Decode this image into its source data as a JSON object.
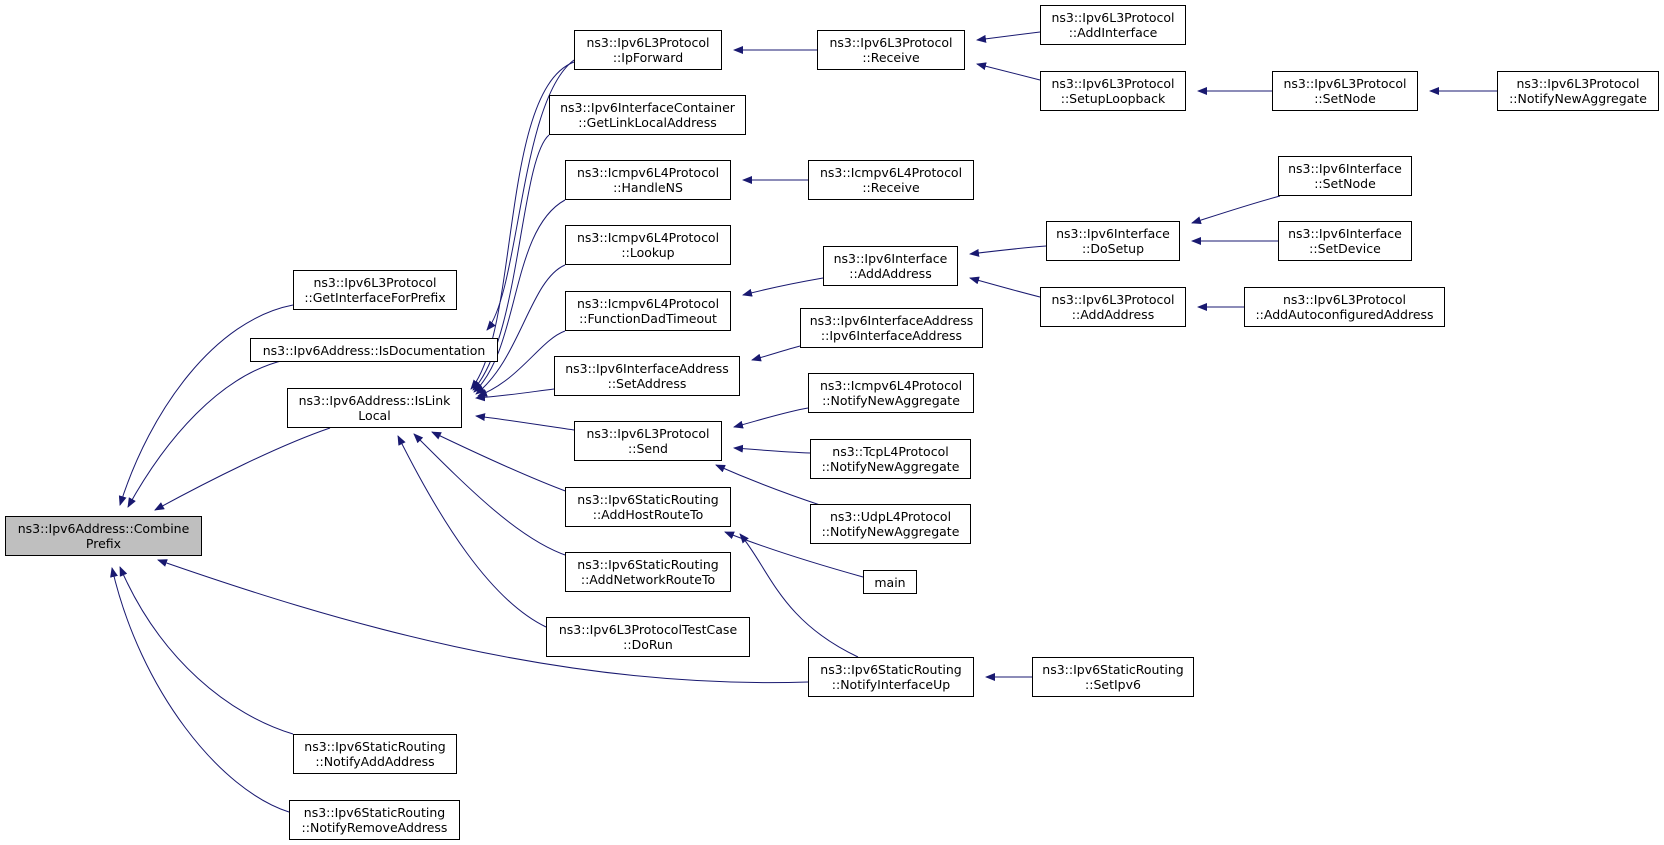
{
  "colors": {
    "edge": "#191970",
    "focus_fill": "#bfbfbf",
    "node_border": "#000000"
  },
  "nodes": {
    "combine": [
      "ns3::Ipv6Address::Combine",
      "Prefix"
    ],
    "getif": [
      "ns3::Ipv6L3Protocol",
      "::GetInterfaceForPrefix"
    ],
    "isdoc": [
      "ns3::Ipv6Address::IsDocumentation"
    ],
    "islink": [
      "ns3::Ipv6Address::IsLink",
      "Local"
    ],
    "notifyadd": [
      "ns3::Ipv6StaticRouting",
      "::NotifyAddAddress"
    ],
    "notifyrem": [
      "ns3::Ipv6StaticRouting",
      "::NotifyRemoveAddress"
    ],
    "ipfwd": [
      "ns3::Ipv6L3Protocol",
      "::IpForward"
    ],
    "getlla": [
      "ns3::Ipv6InterfaceContainer",
      "::GetLinkLocalAddress"
    ],
    "handlens": [
      "ns3::Icmpv6L4Protocol",
      "::HandleNS"
    ],
    "lookup": [
      "ns3::Icmpv6L4Protocol",
      "::Lookup"
    ],
    "fdad": [
      "ns3::Icmpv6L4Protocol",
      "::FunctionDadTimeout"
    ],
    "setaddr": [
      "ns3::Ipv6InterfaceAddress",
      "::SetAddress"
    ],
    "send": [
      "ns3::Ipv6L3Protocol",
      "::Send"
    ],
    "addhost": [
      "ns3::Ipv6StaticRouting",
      "::AddHostRouteTo"
    ],
    "addnet": [
      "ns3::Ipv6StaticRouting",
      "::AddNetworkRouteTo"
    ],
    "dorun": [
      "ns3::Ipv6L3ProtocolTestCase",
      "::DoRun"
    ],
    "receive": [
      "ns3::Ipv6L3Protocol",
      "::Receive"
    ],
    "icmprecv": [
      "ns3::Icmpv6L4Protocol",
      "::Receive"
    ],
    "ifaddaddr": [
      "ns3::Ipv6Interface",
      "::AddAddress"
    ],
    "ifaddrctor": [
      "ns3::Ipv6InterfaceAddress",
      "::Ipv6InterfaceAddress"
    ],
    "icmpagg": [
      "ns3::Icmpv6L4Protocol",
      "::NotifyNewAggregate"
    ],
    "tcpagg": [
      "ns3::TcpL4Protocol",
      "::NotifyNewAggregate"
    ],
    "udpagg": [
      "ns3::UdpL4Protocol",
      "::NotifyNewAggregate"
    ],
    "main": [
      "main"
    ],
    "notifyup": [
      "ns3::Ipv6StaticRouting",
      "::NotifyInterfaceUp"
    ],
    "addif": [
      "ns3::Ipv6L3Protocol",
      "::AddInterface"
    ],
    "setloop": [
      "ns3::Ipv6L3Protocol",
      "::SetupLoopback"
    ],
    "dosetup": [
      "ns3::Ipv6Interface",
      "::DoSetup"
    ],
    "l3addaddr": [
      "ns3::Ipv6L3Protocol",
      "::AddAddress"
    ],
    "setipv6": [
      "ns3::Ipv6StaticRouting",
      "::SetIpv6"
    ],
    "l3setnode": [
      "ns3::Ipv6L3Protocol",
      "::SetNode"
    ],
    "ifsetnode": [
      "ns3::Ipv6Interface",
      "::SetNode"
    ],
    "ifsetdev": [
      "ns3::Ipv6Interface",
      "::SetDevice"
    ],
    "autoconf": [
      "ns3::Ipv6L3Protocol",
      "::AddAutoconfiguredAddress"
    ],
    "l3agg": [
      "ns3::Ipv6L3Protocol",
      "::NotifyNewAggregate"
    ]
  }
}
